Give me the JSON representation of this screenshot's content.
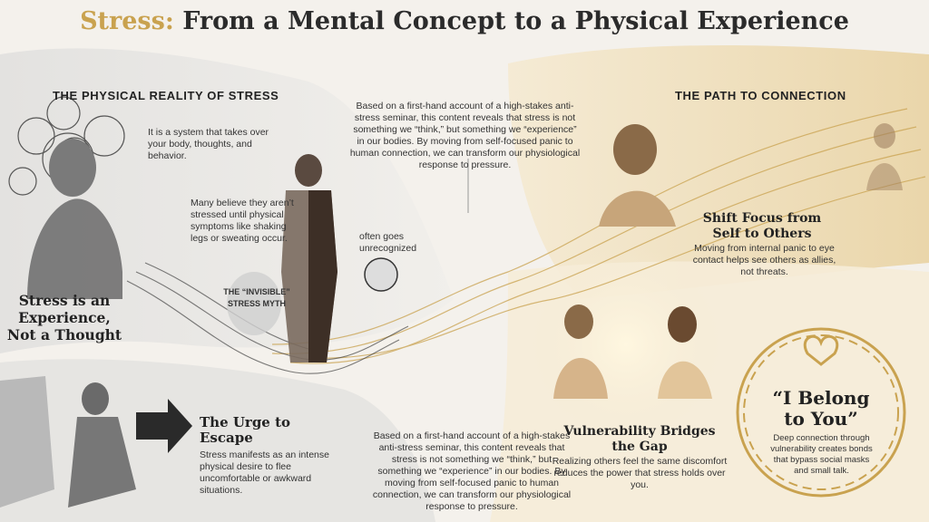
{
  "title": {
    "accent": "Stress:",
    "rest": " From a Mental Concept to a Physical Experience"
  },
  "left": {
    "section_title": "THE PHYSICAL REALITY OF STRESS",
    "system_text": "It is a system that takes over your body, thoughts, and behavior.",
    "belief_text": "Many believe they aren’t stressed until physical symptoms like shaking legs or sweating occur.",
    "unrecognized_text": "often goes unrecognized",
    "myth_label": "THE “INVISIBLE” STRESS MYTH",
    "experience_heading": "Stress is an Experience, Not a Thought"
  },
  "center": {
    "top_text": "Based on a first-hand account of a high-stakes anti-stress seminar, this content reveals that stress is not something we “think,” but something we “experience” in our bodies. By moving from self-focused panic to human connection, we can transform our physiological response to pressure.",
    "bottom_text": "Based on a first-hand account of a high-stakes anti-stress seminar, this content reveals that stress is not something we “think,” but something we “experience” in our bodies. By moving from self-focused panic to human connection, we can transform our physiological response to pressure."
  },
  "escape": {
    "heading": "The Urge to Escape",
    "text": "Stress manifests as an intense physical desire to flee uncomfortable or awkward situations."
  },
  "right": {
    "section_title": "THE PATH TO CONNECTION",
    "shift_heading": "Shift Focus from Self to Others",
    "shift_text": "Moving from internal panic to eye contact helps see others as allies, not threats.",
    "vuln_heading": "Vulnerability Bridges the Gap",
    "vuln_text": "Realizing others feel the same discomfort reduces the power that stress holds over you.",
    "belong_heading": "“I Belong to You”",
    "belong_text": "Deep connection through vulnerability creates bonds that bypass social masks and small talk."
  },
  "colors": {
    "accent": "#c9a24f",
    "gold_light": "#efd9a6",
    "grey_dark": "#555555"
  }
}
